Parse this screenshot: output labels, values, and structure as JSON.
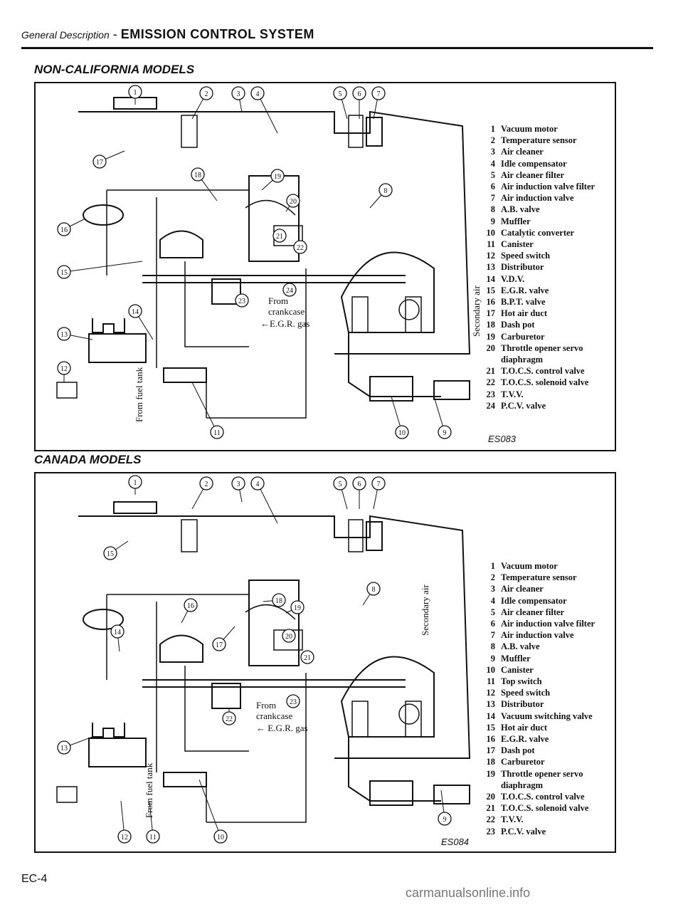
{
  "header": {
    "section": "General Description",
    "sep": " - ",
    "title": "EMISSION CONTROL SYSTEM"
  },
  "panels": [
    {
      "subtitle": "NON-CALIFORNIA MODELS",
      "figure_code": "ES083",
      "secondary_air": "Secondary air",
      "from_crankcase": "From crankcase",
      "egr_gas": "←E.G.R. gas",
      "from_fuel_tank": "From fuel tank",
      "legend": [
        {
          "n": "1",
          "t": "Vacuum motor"
        },
        {
          "n": "2",
          "t": "Temperature sensor"
        },
        {
          "n": "3",
          "t": "Air cleaner"
        },
        {
          "n": "4",
          "t": "Idle compensator"
        },
        {
          "n": "5",
          "t": "Air cleaner filter"
        },
        {
          "n": "6",
          "t": "Air induction valve filter"
        },
        {
          "n": "7",
          "t": "Air induction valve"
        },
        {
          "n": "8",
          "t": "A.B. valve"
        },
        {
          "n": "9",
          "t": "Muffler"
        },
        {
          "n": "10",
          "t": "Catalytic converter"
        },
        {
          "n": "11",
          "t": "Canister"
        },
        {
          "n": "12",
          "t": "Speed switch"
        },
        {
          "n": "13",
          "t": "Distributor"
        },
        {
          "n": "14",
          "t": "V.D.V."
        },
        {
          "n": "15",
          "t": "E.G.R. valve"
        },
        {
          "n": "16",
          "t": "B.P.T. valve"
        },
        {
          "n": "17",
          "t": "Hot air duct"
        },
        {
          "n": "18",
          "t": "Dash pot"
        },
        {
          "n": "19",
          "t": "Carburetor"
        },
        {
          "n": "20",
          "t": "Throttle opener servo"
        },
        {
          "n": "",
          "t": "diaphragm"
        },
        {
          "n": "21",
          "t": "T.O.C.S. control valve"
        },
        {
          "n": "22",
          "t": "T.O.C.S. solenoid valve"
        },
        {
          "n": "23",
          "t": "T.V.V."
        },
        {
          "n": "24",
          "t": "P.C.V. valve"
        }
      ],
      "callouts": [
        "1",
        "2",
        "3",
        "4",
        "5",
        "6",
        "7",
        "8",
        "9",
        "10",
        "11",
        "12",
        "13",
        "14",
        "15",
        "16",
        "17",
        "18",
        "19",
        "20",
        "21",
        "22",
        "23",
        "24"
      ]
    },
    {
      "subtitle": "CANADA MODELS",
      "figure_code": "ES084",
      "secondary_air": "Secondary air",
      "from_crankcase": "From crankcase",
      "egr_gas": "← E.G.R. gas",
      "from_fuel_tank": "From fuel tank",
      "legend": [
        {
          "n": "1",
          "t": "Vacuum motor"
        },
        {
          "n": "2",
          "t": "Temperature sensor"
        },
        {
          "n": "3",
          "t": "Air cleaner"
        },
        {
          "n": "4",
          "t": "Idle compensator"
        },
        {
          "n": "5",
          "t": "Air cleaner filter"
        },
        {
          "n": "6",
          "t": "Air induction valve filter"
        },
        {
          "n": "7",
          "t": "Air induction valve"
        },
        {
          "n": "8",
          "t": "A.B. valve"
        },
        {
          "n": "9",
          "t": "Muffler"
        },
        {
          "n": "10",
          "t": "Canister"
        },
        {
          "n": "11",
          "t": "Top switch"
        },
        {
          "n": "12",
          "t": "Speed switch"
        },
        {
          "n": "13",
          "t": "Distributor"
        },
        {
          "n": "14",
          "t": "Vacuum switching valve"
        },
        {
          "n": "15",
          "t": "Hot air duct"
        },
        {
          "n": "16",
          "t": "E.G.R. valve"
        },
        {
          "n": "17",
          "t": "Dash pot"
        },
        {
          "n": "18",
          "t": "Carburetor"
        },
        {
          "n": "19",
          "t": "Throttle opener servo"
        },
        {
          "n": "",
          "t": "diaphragm"
        },
        {
          "n": "20",
          "t": "T.O.C.S. control valve"
        },
        {
          "n": "21",
          "t": "T.O.C.S. solenoid valve"
        },
        {
          "n": "22",
          "t": "T.V.V."
        },
        {
          "n": "23",
          "t": "P.C.V. valve"
        }
      ],
      "callouts": [
        "1",
        "2",
        "3",
        "4",
        "5",
        "6",
        "7",
        "8",
        "9",
        "10",
        "11",
        "12",
        "13",
        "14",
        "15",
        "16",
        "17",
        "18",
        "19",
        "20",
        "21",
        "22",
        "23"
      ]
    }
  ],
  "page_number": "EC-4",
  "watermark": "carmanualsonline.info"
}
